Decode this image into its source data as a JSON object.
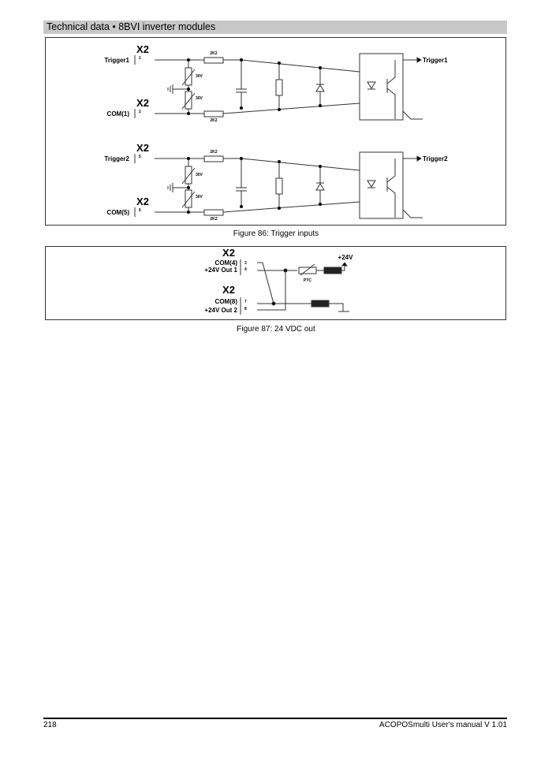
{
  "header": {
    "title": "Technical data  • 8BVI inverter modules"
  },
  "figure86": {
    "caption": "Figure 86: Trigger inputs",
    "connector": "X2",
    "resistor": "2K2",
    "varistor": "30V",
    "channels": [
      {
        "input": "Trigger1",
        "common": "COM(1)",
        "pin_in": "1",
        "pin_com": "2",
        "output": "Trigger1"
      },
      {
        "input": "Trigger2",
        "common": "COM(5)",
        "pin_in": "5",
        "pin_com": "6",
        "output": "Trigger2"
      }
    ]
  },
  "figure87": {
    "caption": "Figure 87: 24 VDC out",
    "connector": "X2",
    "labels": [
      "COM(4)",
      "+24V Out 1",
      "COM(8)",
      "+24V Out 2"
    ],
    "pins": [
      "3",
      "4",
      "7",
      "8"
    ],
    "ptc": "PTC",
    "supply": "+24V"
  },
  "footer": {
    "page": "218",
    "manual": "ACOPOSmulti User's manual V 1.01"
  }
}
